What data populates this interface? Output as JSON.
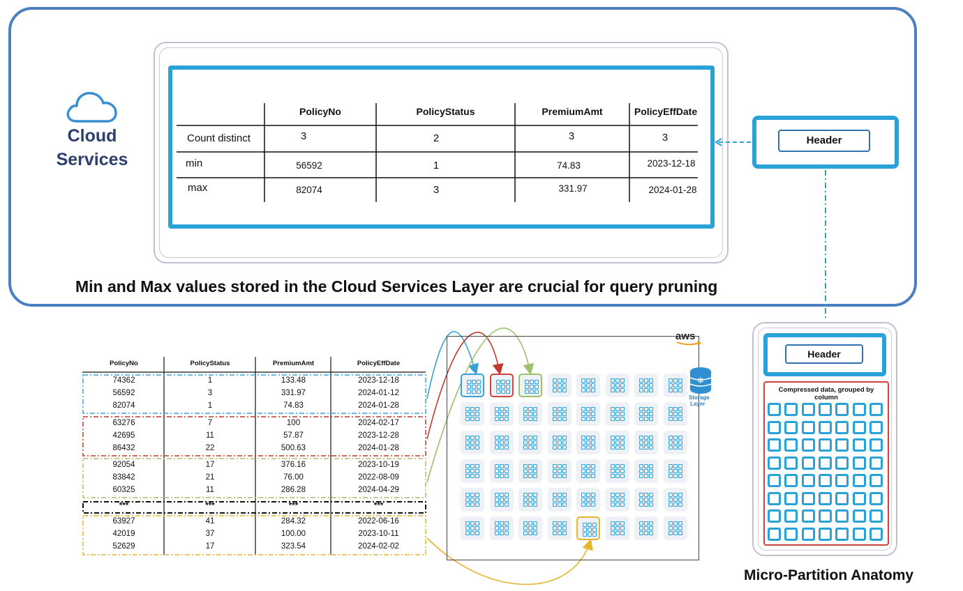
{
  "cloud": {
    "label_line1": "Cloud",
    "label_line2": "Services"
  },
  "metadata_table": {
    "columns": [
      "PolicyNo",
      "PolicyStatus",
      "PremiumAmt",
      "PolicyEffDate"
    ],
    "rows": [
      {
        "label": "Count distinct",
        "values": [
          "3",
          "2",
          "3",
          "3"
        ]
      },
      {
        "label": "min",
        "values": [
          "56592",
          "1",
          "74.83",
          "2023-12-18"
        ]
      },
      {
        "label": "max",
        "values": [
          "82074",
          "3",
          "331.97",
          "2024-01-28"
        ]
      }
    ]
  },
  "caption": "Min and Max values stored in the Cloud Services Layer are crucial for query pruning",
  "header_label": "Header",
  "source_table": {
    "columns": [
      "PolicyNo",
      "PolicyStatus",
      "PremiumAmt",
      "PolicyEffDate"
    ],
    "groups": [
      {
        "color": "#3aa1d6",
        "rows": [
          [
            "74362",
            "1",
            "133.48",
            "2023-12-18"
          ],
          [
            "56592",
            "3",
            "331.97",
            "2024-01-12"
          ],
          [
            "82074",
            "1",
            "74.83",
            "2024-01-28"
          ]
        ]
      },
      {
        "color": "#c0392b",
        "rows": [
          [
            "63276",
            "7",
            "100",
            "2024-02-17"
          ],
          [
            "42695",
            "11",
            "57.87",
            "2023-12-28"
          ],
          [
            "86432",
            "22",
            "500.63",
            "2024-01-28"
          ]
        ]
      },
      {
        "color": "#b5b56a",
        "rows": [
          [
            "92054",
            "17",
            "376.16",
            "2023-10-19"
          ],
          [
            "83842",
            "21",
            "76.00",
            "2022-08-09"
          ],
          [
            "60325",
            "11",
            "286.28",
            "2024-04-29"
          ]
        ]
      },
      {
        "color": "#111111",
        "rows": [
          [
            "***",
            "***",
            "***",
            "***"
          ]
        ]
      },
      {
        "color": "#e7b42c",
        "rows": [
          [
            "63927",
            "41",
            "284.32",
            "2022-06-16"
          ],
          [
            "42019",
            "37",
            "100.00",
            "2023-10-11"
          ],
          [
            "52629",
            "17",
            "323.54",
            "2024-02-02"
          ]
        ]
      }
    ]
  },
  "storage": {
    "aws_label": "aws",
    "layer_label_line1": "Storage",
    "layer_label_line2": "Layer",
    "grid_cols": 8,
    "grid_rows": 6
  },
  "micro_partition": {
    "header_label": "Header",
    "data_label": "Compressed data, grouped by column",
    "title": "Micro-Partition Anatomy"
  },
  "colors": {
    "accent_blue": "#29a3d7",
    "frame_blue": "#4a7fc1",
    "red": "#d0413f",
    "green": "#9bc26a",
    "yellow": "#e7b42c"
  }
}
